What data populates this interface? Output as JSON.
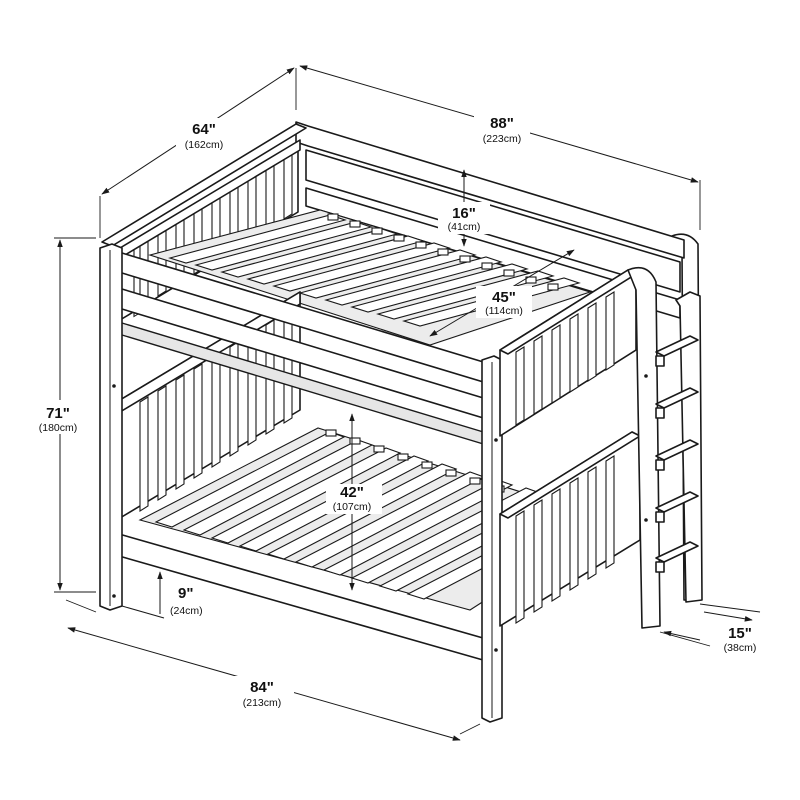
{
  "dimensions": {
    "depth": {
      "value": "64\"",
      "metric": "(162cm)"
    },
    "length": {
      "value": "88\"",
      "metric": "(223cm)"
    },
    "rail": {
      "value": "16\"",
      "metric": "(41cm)"
    },
    "mattress": {
      "value": "45\"",
      "metric": "(114cm)"
    },
    "height": {
      "value": "71\"",
      "metric": "(180cm)"
    },
    "clearance": {
      "value": "42\"",
      "metric": "(107cm)"
    },
    "floor": {
      "value": "9\"",
      "metric": "(24cm)"
    },
    "ladder": {
      "value": "15\"",
      "metric": "(38cm)"
    },
    "width": {
      "value": "84\"",
      "metric": "(213cm)"
    }
  }
}
